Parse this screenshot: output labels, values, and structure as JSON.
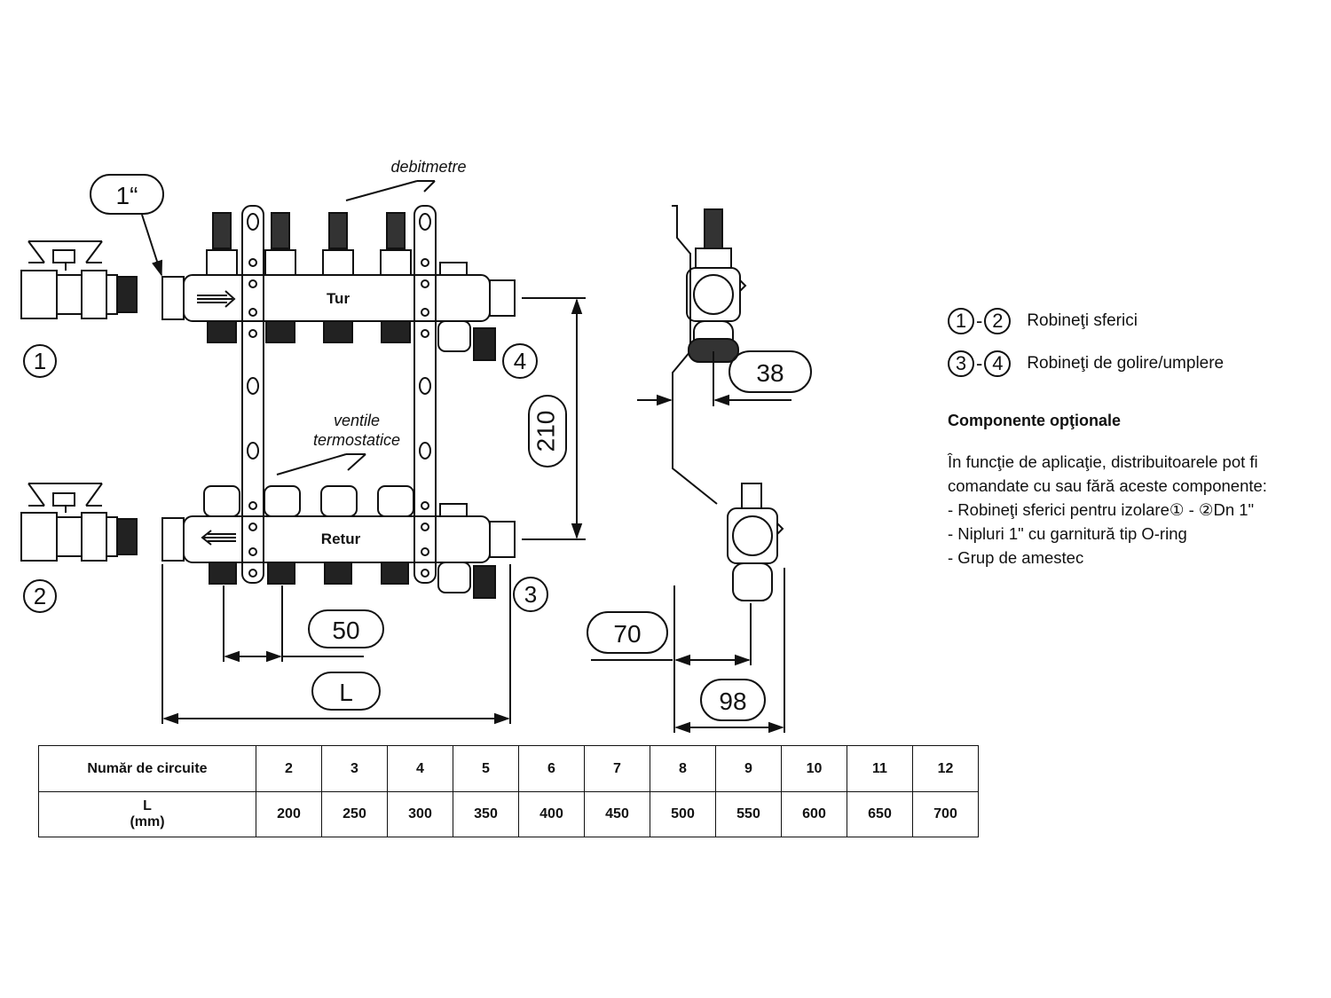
{
  "front_view": {
    "size_label": "1“",
    "flowmeters_label": "debitmetre",
    "valves_label_line1": "ventile",
    "valves_label_line2": "termostatice",
    "supply_label": "Tur",
    "return_label": "Retur",
    "dim_height": "210",
    "dim_spacing": "50",
    "dim_length": "L",
    "marker_1": "1",
    "marker_2": "2",
    "marker_3": "3",
    "marker_4": "4"
  },
  "side_view": {
    "dim_38": "38",
    "dim_70": "70",
    "dim_98": "98"
  },
  "legend": {
    "row1": {
      "a": "1",
      "b": "2",
      "text": "Robineţi sferici"
    },
    "row2": {
      "a": "3",
      "b": "4",
      "text": "Robineţi de golire/umplere"
    },
    "optional_title": "Componente opţionale",
    "optional_lines": [
      "În funcţie de aplicaţie, distribuitoarele pot fi",
      "comandate cu sau fără aceste componente:",
      "- Robineţi sferici pentru izolare① - ②Dn 1\"",
      "- Nipluri 1\" cu garnitură tip O-ring",
      "- Grup de amestec"
    ]
  },
  "table": {
    "row1_header": "Număr de circuite",
    "row2_header_line1": "L",
    "row2_header_line2": "(mm)",
    "circuits": [
      "2",
      "3",
      "4",
      "5",
      "6",
      "7",
      "8",
      "9",
      "10",
      "11",
      "12"
    ],
    "lengths": [
      "200",
      "250",
      "300",
      "350",
      "400",
      "450",
      "500",
      "550",
      "600",
      "650",
      "700"
    ]
  }
}
